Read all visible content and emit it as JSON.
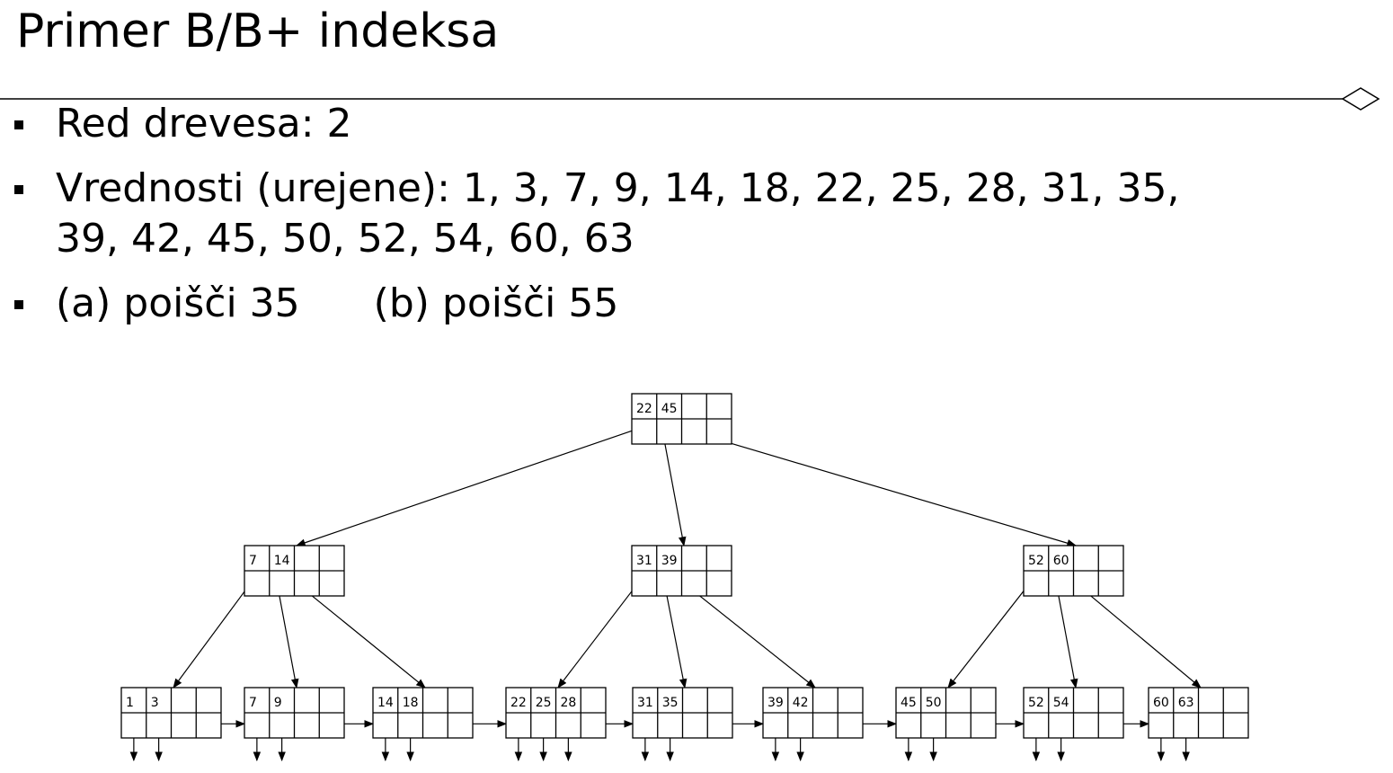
{
  "title": "Primer B/B+ indeksa",
  "bullets": {
    "order": "Red drevesa: 2",
    "values_line1": "Vrednosti (urejene): 1, 3, 7, 9, 14, 18, 22, 25, 28,  31, 35,",
    "values_line2": "39, 42, 45, 50, 52, 54, 60, 63",
    "search_a": "(a) poišči 35",
    "search_b": "(b) poišči 55"
  },
  "tree": {
    "root": {
      "keys": [
        "22",
        "45"
      ]
    },
    "internal": [
      {
        "keys": [
          "7",
          "14"
        ]
      },
      {
        "keys": [
          "31",
          "39"
        ]
      },
      {
        "keys": [
          "52",
          "60"
        ]
      }
    ],
    "leaves": [
      {
        "keys": [
          "1",
          "3"
        ]
      },
      {
        "keys": [
          "7",
          "9"
        ]
      },
      {
        "keys": [
          "14",
          "18"
        ]
      },
      {
        "keys": [
          "22",
          "25",
          "28"
        ]
      },
      {
        "keys": [
          "31",
          "35"
        ]
      },
      {
        "keys": [
          "39",
          "42"
        ]
      },
      {
        "keys": [
          "45",
          "50"
        ]
      },
      {
        "keys": [
          "52",
          "54"
        ]
      },
      {
        "keys": [
          "60",
          "63"
        ]
      }
    ]
  }
}
